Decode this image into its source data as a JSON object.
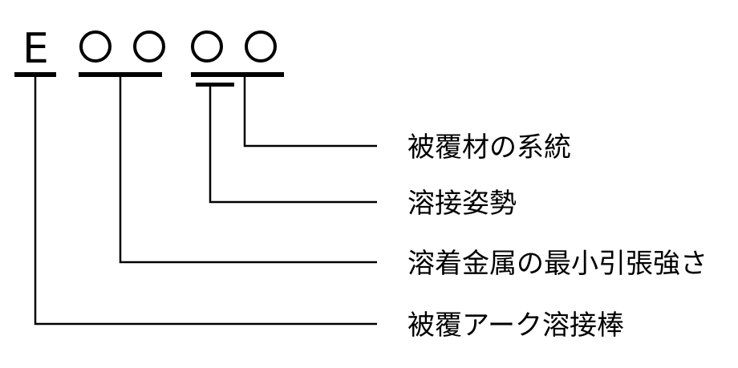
{
  "code": {
    "prefix": "E",
    "placeholder_symbol": "○",
    "placeholder_count": 4
  },
  "labels": {
    "coating_type": "被覆材の系統",
    "welding_position": "溶接姿勢",
    "min_tensile_strength": "溶着金属の最小引張強さ",
    "electrode": "被覆アーク溶接棒"
  }
}
